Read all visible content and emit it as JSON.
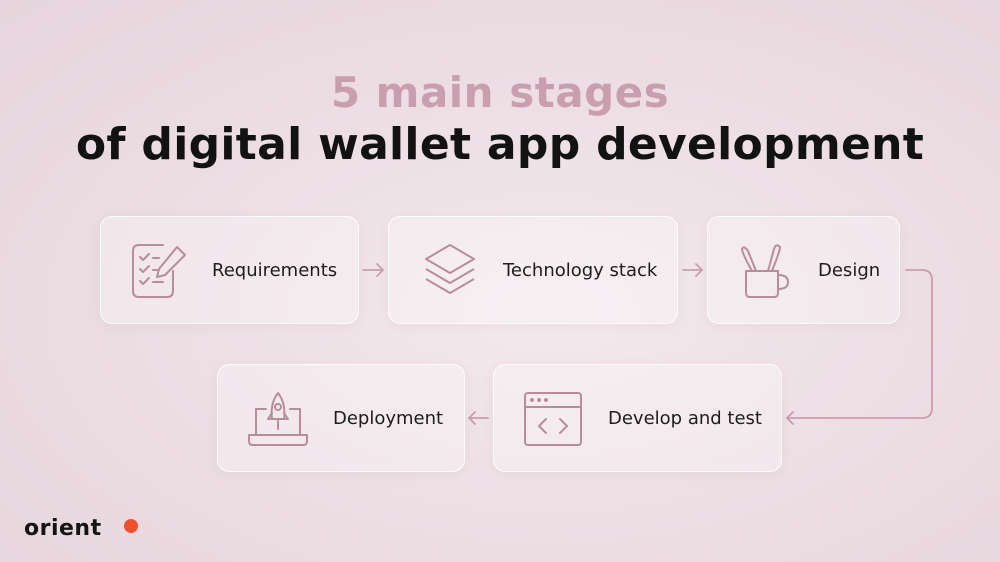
{
  "title": {
    "line1": "5 main stages",
    "line2": "of digital wallet app development"
  },
  "colors": {
    "accent": "#c99eae",
    "icon": "#b98c9c",
    "title": "#121212",
    "logo_dot": "#f0502b"
  },
  "stages": [
    {
      "label": "Requirements",
      "icon": "checklist-icon"
    },
    {
      "label": "Technology stack",
      "icon": "layers-icon"
    },
    {
      "label": "Design",
      "icon": "paint-brush-cup-icon"
    },
    {
      "label": "Develop and test",
      "icon": "code-window-icon"
    },
    {
      "label": "Deployment",
      "icon": "laptop-rocket-icon"
    }
  ],
  "logo": {
    "text": "orient"
  }
}
